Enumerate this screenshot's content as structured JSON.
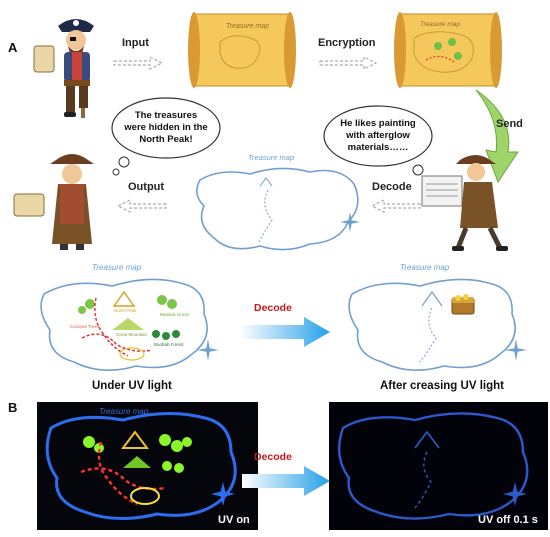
{
  "panels": {
    "a": "A",
    "b": "B"
  },
  "steps": {
    "input": "Input",
    "encryption": "Encryption",
    "send": "Send",
    "decode": "Decode",
    "output": "Output"
  },
  "bubbles": {
    "left": [
      "The treasures",
      "were hidden in the",
      "North Peak!"
    ],
    "right": [
      "He likes painting",
      "with afterglow",
      "materials……"
    ]
  },
  "map_title": "Treasure map",
  "captions": {
    "under_uv": "Under UV light",
    "after_uv": "After creasing  UV light"
  },
  "decode_arrow_label": "Decode",
  "uv_labels": {
    "on": "UV on",
    "off": "UV off 0.1 s"
  },
  "map_landmarks": [
    "North Peak",
    "Banana Grove",
    "Great Mountain",
    "Coconut Trees",
    "Baobab Forest"
  ],
  "colors": {
    "map_outline": "#6fa0d0",
    "scroll_paper": "#f4c85a",
    "decode_red": "#c0191b",
    "glow_blue": "#2d6df0",
    "glow_green": "#8cf52a",
    "glow_red": "#ff3030"
  }
}
